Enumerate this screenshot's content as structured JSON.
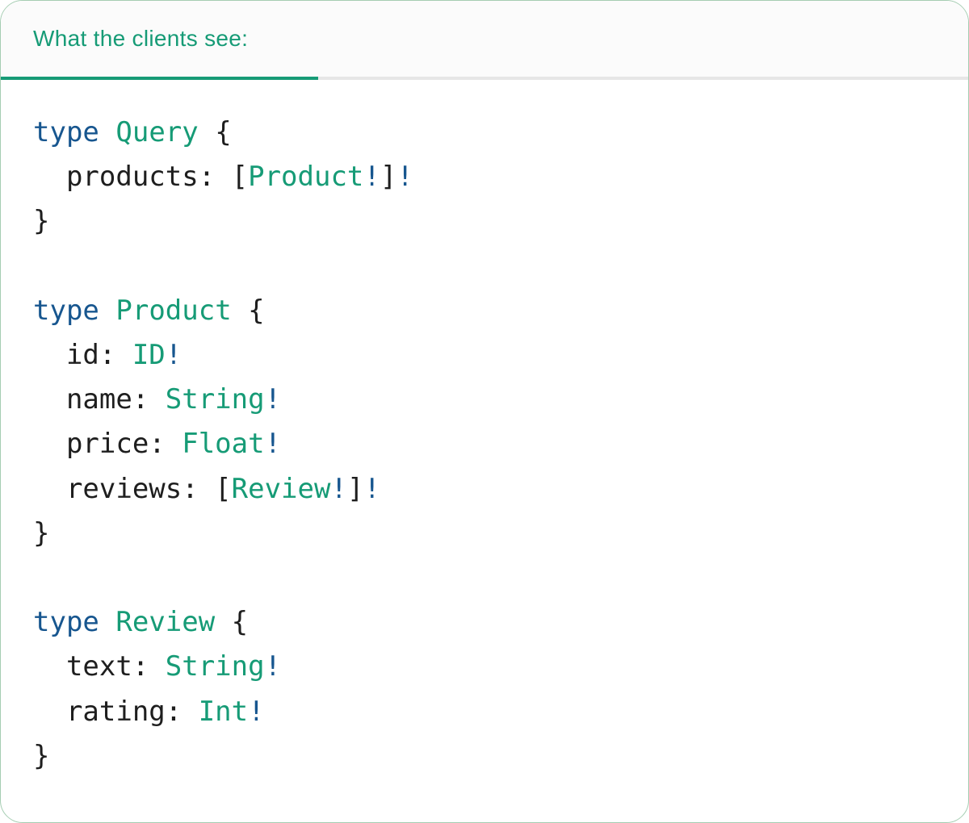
{
  "panel": {
    "tab_label": "What the clients see:",
    "language": "graphql",
    "code_lines": [
      [
        {
          "c": "k",
          "t": "type"
        },
        {
          "c": "p",
          "t": " "
        },
        {
          "c": "t",
          "t": "Query"
        },
        {
          "c": "p",
          "t": " {"
        }
      ],
      [
        {
          "c": "p",
          "t": "  products: ["
        },
        {
          "c": "t",
          "t": "Product"
        },
        {
          "c": "k",
          "t": "!"
        },
        {
          "c": "p",
          "t": "]"
        },
        {
          "c": "k",
          "t": "!"
        }
      ],
      [
        {
          "c": "p",
          "t": "}"
        }
      ],
      [],
      [
        {
          "c": "k",
          "t": "type"
        },
        {
          "c": "p",
          "t": " "
        },
        {
          "c": "t",
          "t": "Product"
        },
        {
          "c": "p",
          "t": " {"
        }
      ],
      [
        {
          "c": "p",
          "t": "  id: "
        },
        {
          "c": "t",
          "t": "ID"
        },
        {
          "c": "k",
          "t": "!"
        }
      ],
      [
        {
          "c": "p",
          "t": "  name: "
        },
        {
          "c": "t",
          "t": "String"
        },
        {
          "c": "k",
          "t": "!"
        }
      ],
      [
        {
          "c": "p",
          "t": "  price: "
        },
        {
          "c": "t",
          "t": "Float"
        },
        {
          "c": "k",
          "t": "!"
        }
      ],
      [
        {
          "c": "p",
          "t": "  reviews: ["
        },
        {
          "c": "t",
          "t": "Review"
        },
        {
          "c": "k",
          "t": "!"
        },
        {
          "c": "p",
          "t": "]"
        },
        {
          "c": "k",
          "t": "!"
        }
      ],
      [
        {
          "c": "p",
          "t": "}"
        }
      ],
      [],
      [
        {
          "c": "k",
          "t": "type"
        },
        {
          "c": "p",
          "t": " "
        },
        {
          "c": "t",
          "t": "Review"
        },
        {
          "c": "p",
          "t": " {"
        }
      ],
      [
        {
          "c": "p",
          "t": "  text: "
        },
        {
          "c": "t",
          "t": "String"
        },
        {
          "c": "k",
          "t": "!"
        }
      ],
      [
        {
          "c": "p",
          "t": "  rating: "
        },
        {
          "c": "t",
          "t": "Int"
        },
        {
          "c": "k",
          "t": "!"
        }
      ],
      [
        {
          "c": "p",
          "t": "}"
        }
      ]
    ]
  },
  "colors": {
    "keyword_blue": "#17568f",
    "type_teal": "#169b76",
    "code_dark": "#1e1e1e",
    "tab_teal": "#169b76",
    "divider_gray": "#e6e6e6",
    "header_bg": "#fbfbfb",
    "card_border": "#a5cdb2",
    "card_bg": "#ffffff"
  }
}
